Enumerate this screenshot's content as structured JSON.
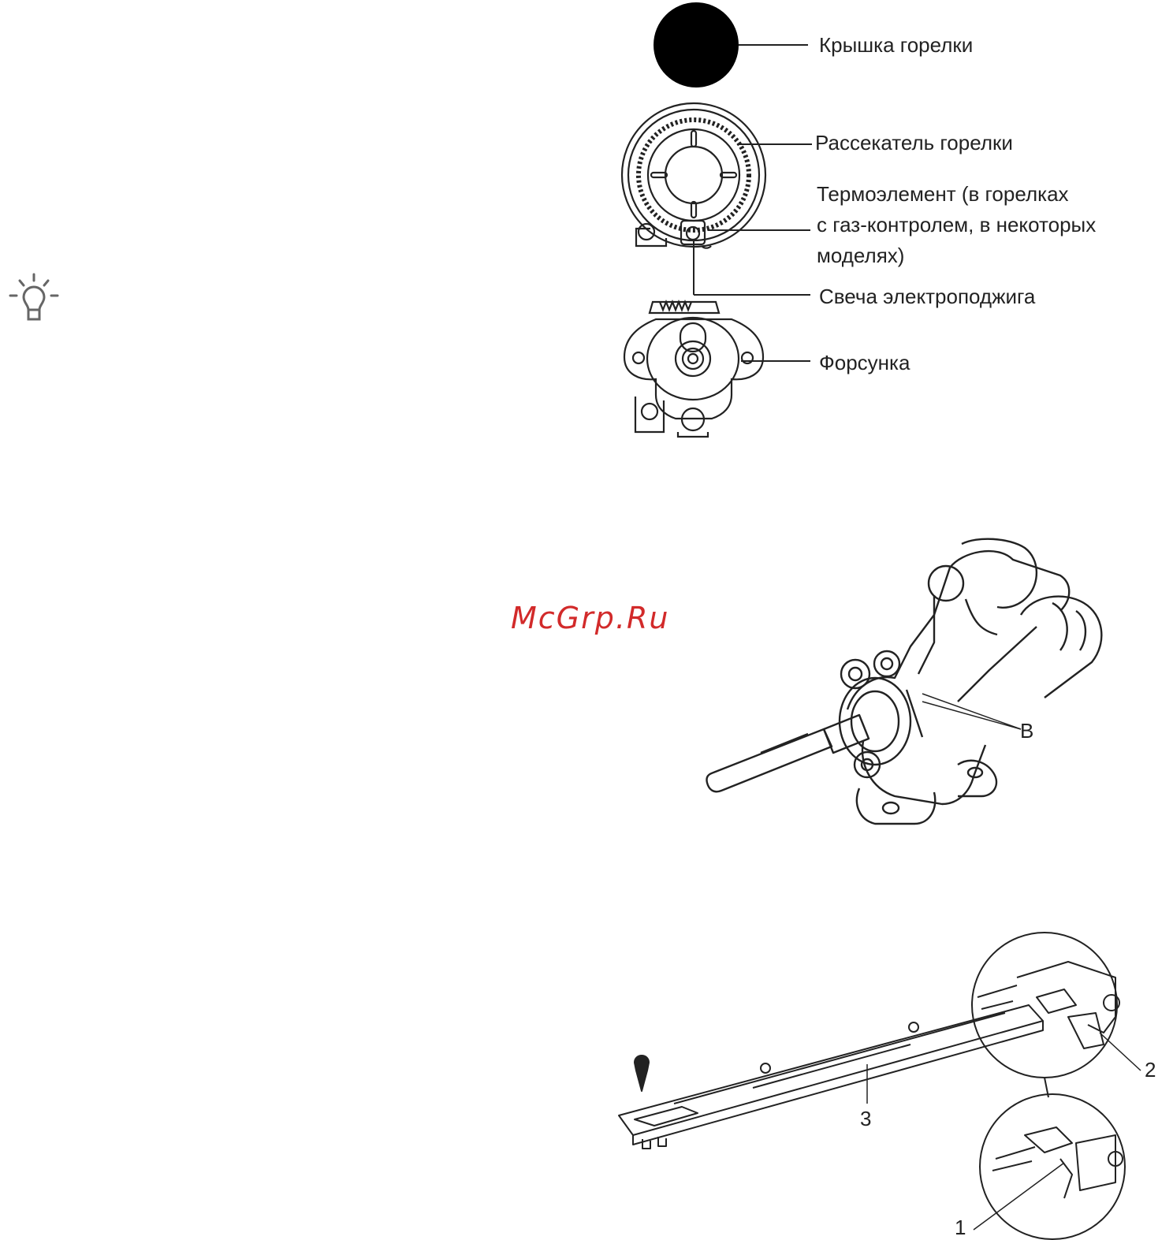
{
  "burner_diagram": {
    "labels": {
      "cap": "Крышка горелки",
      "spreader": "Рассекатель горелки",
      "thermo_line1": "Термоэлемент (в горелках",
      "thermo_line2": "с газ-контролем, в некоторых",
      "thermo_line3": "моделях)",
      "ignition": "Свеча электроподжига",
      "injector": "Форсунка"
    }
  },
  "valve_diagram": {
    "callout": "B"
  },
  "bar_diagram": {
    "callouts": [
      "1",
      "2",
      "3"
    ]
  },
  "watermark": "McGrp.Ru",
  "icons": {
    "tip": "lightbulb-icon"
  }
}
